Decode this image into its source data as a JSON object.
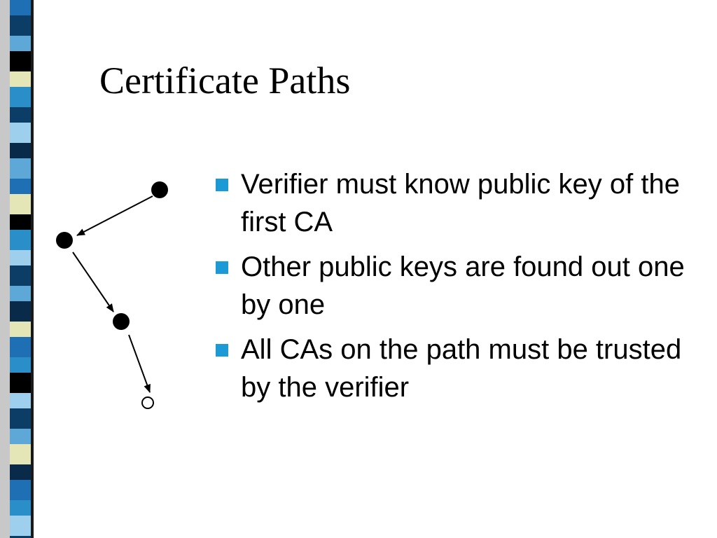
{
  "slide": {
    "title": "Certificate Paths",
    "bullets": [
      {
        "text": "Verifier must know public key of the first CA"
      },
      {
        "text": "Other public keys are found out one by one"
      },
      {
        "text": "All CAs on the path must be trusted by the verifier"
      }
    ],
    "bullet_marker": "square-bullet-icon",
    "colors": {
      "bullet": "#1c9ad6",
      "text": "#000000",
      "background": "#ffffff"
    }
  },
  "diagram": {
    "type": "certificate-path",
    "nodes": [
      {
        "id": "ca-1",
        "style": "filled"
      },
      {
        "id": "ca-2",
        "style": "filled"
      },
      {
        "id": "ca-3",
        "style": "filled"
      },
      {
        "id": "end-entity",
        "style": "hollow"
      }
    ],
    "edges": [
      {
        "from": "ca-1",
        "to": "ca-2"
      },
      {
        "from": "ca-2",
        "to": "ca-3"
      },
      {
        "from": "ca-3",
        "to": "end-entity"
      }
    ]
  }
}
